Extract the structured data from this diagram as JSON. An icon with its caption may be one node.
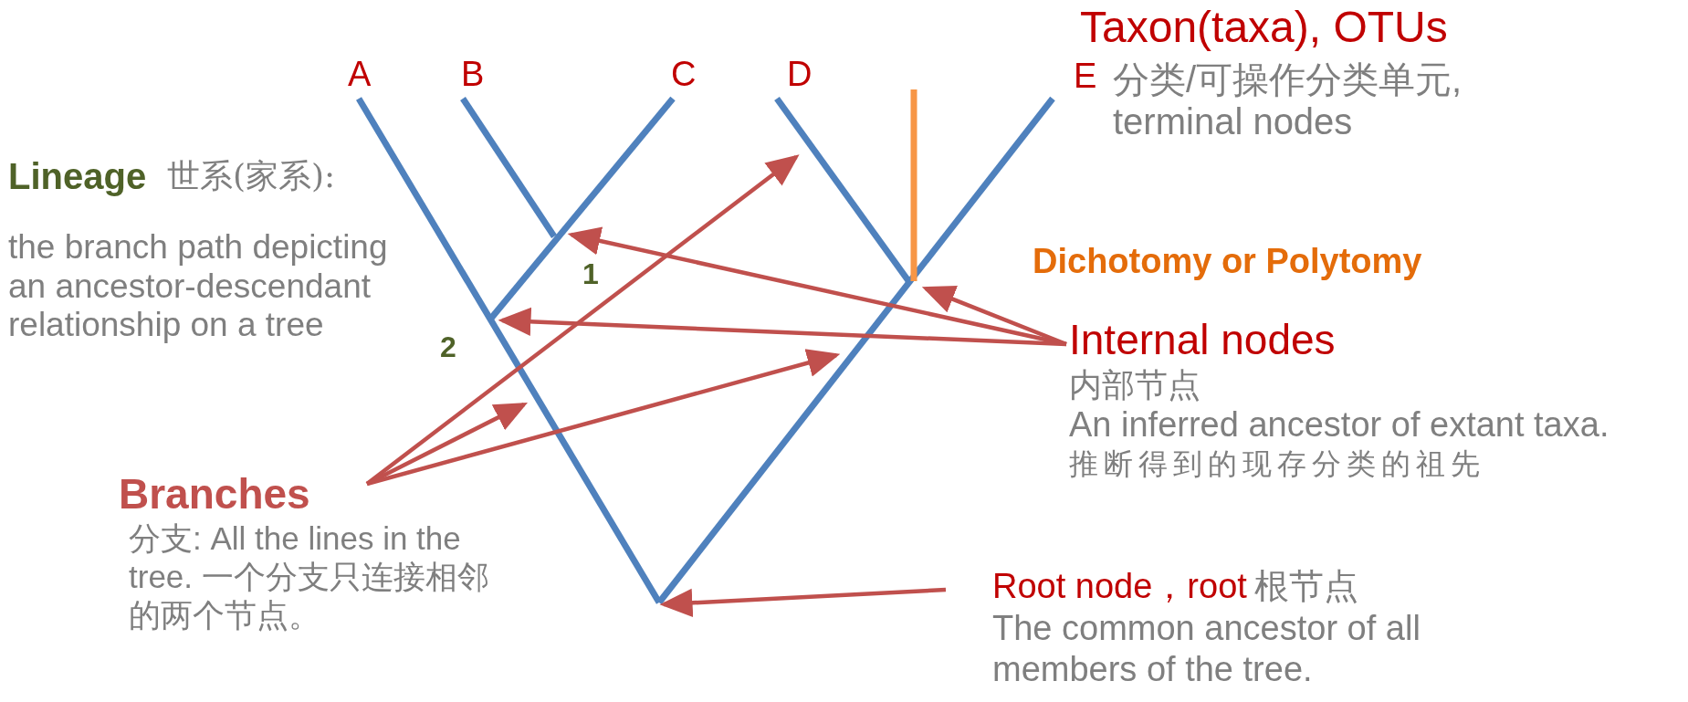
{
  "diagram": {
    "nodes": [
      {
        "text": [
          "Internal nodes",
          "内部节点",
          "An inferred ancestor of extant taxa.",
          "推断得到的现存分类的祖先"
        ]
      },
      {
        "text": [
          "Branches",
          "分支: All the lines in the tree. 一个分支只连接相邻的两个节点。"
        ]
      },
      {
        "text": [
          "Root node，root",
          "根节点",
          "The common ancestor of all members of the tree."
        ]
      }
    ],
    "edges": [
      {
        "from": 0,
        "to": null,
        "arrow": "to"
      },
      {
        "from": 0,
        "to": null,
        "arrow": "to"
      },
      {
        "from": 0,
        "to": null,
        "arrow": "to"
      },
      {
        "from": 1,
        "to": null,
        "arrow": "to"
      },
      {
        "from": 1,
        "to": null,
        "arrow": "to"
      },
      {
        "from": 1,
        "to": null,
        "arrow": "to"
      },
      {
        "from": 2,
        "to": null,
        "arrow": "to"
      }
    ],
    "labels": [
      "Taxon(taxa), OTUs",
      "A",
      "B",
      "C",
      "D",
      "E",
      "分类/可操作分类单元, terminal nodes",
      "Lineage",
      "世系(家系):",
      "the branch path depicting an ancestor-descendant relationship on a tree",
      "1",
      "Dichotomy or Polytomy",
      "2"
    ]
  }
}
